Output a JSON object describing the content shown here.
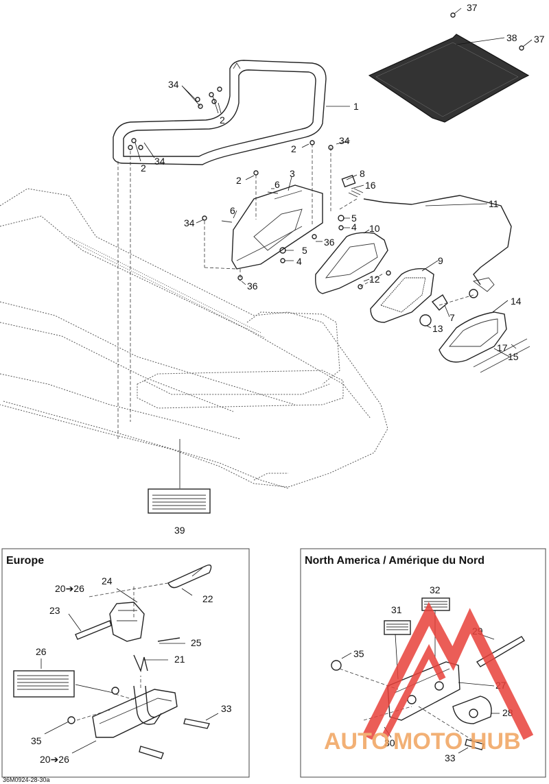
{
  "diagram": {
    "callouts": {
      "c1": "1",
      "c2a": "2",
      "c2b": "2",
      "c2c": "2",
      "c2d": "2",
      "c3": "3",
      "c4a": "4",
      "c4b": "4",
      "c5a": "5",
      "c5b": "5",
      "c6a": "6",
      "c6b": "6",
      "c7": "7",
      "c8": "8",
      "c9": "9",
      "c10": "10",
      "c11": "11",
      "c12": "12",
      "c13": "13",
      "c14": "14",
      "c15": "15",
      "c16": "16",
      "c17": "17",
      "c34a": "34",
      "c34b": "34",
      "c34c": "34",
      "c34d": "34",
      "c36a": "36",
      "c36b": "36",
      "c37a": "37",
      "c37b": "37",
      "c38": "38",
      "c39": "39"
    },
    "europe": {
      "title": "Europe",
      "callouts": {
        "c20a": "20➔26",
        "c20b": "20➔26",
        "c21": "21",
        "c22": "22",
        "c23": "23",
        "c24": "24",
        "c25": "25",
        "c26": "26",
        "c33": "33",
        "c35": "35"
      }
    },
    "north_america": {
      "title": "North America / Amérique du Nord",
      "callouts": {
        "c27": "27",
        "c28": "28",
        "c29": "29",
        "c30": "30",
        "c31": "31",
        "c32": "32",
        "c33": "33",
        "c35": "35"
      }
    },
    "watermark": {
      "text_dark": "AUTO",
      "text_mid": "MOTO",
      "text_end": "HUB",
      "color_orange": "#f0a35e",
      "color_red": "#e8413a"
    },
    "drawing_code": "36M0924-28-30a"
  }
}
